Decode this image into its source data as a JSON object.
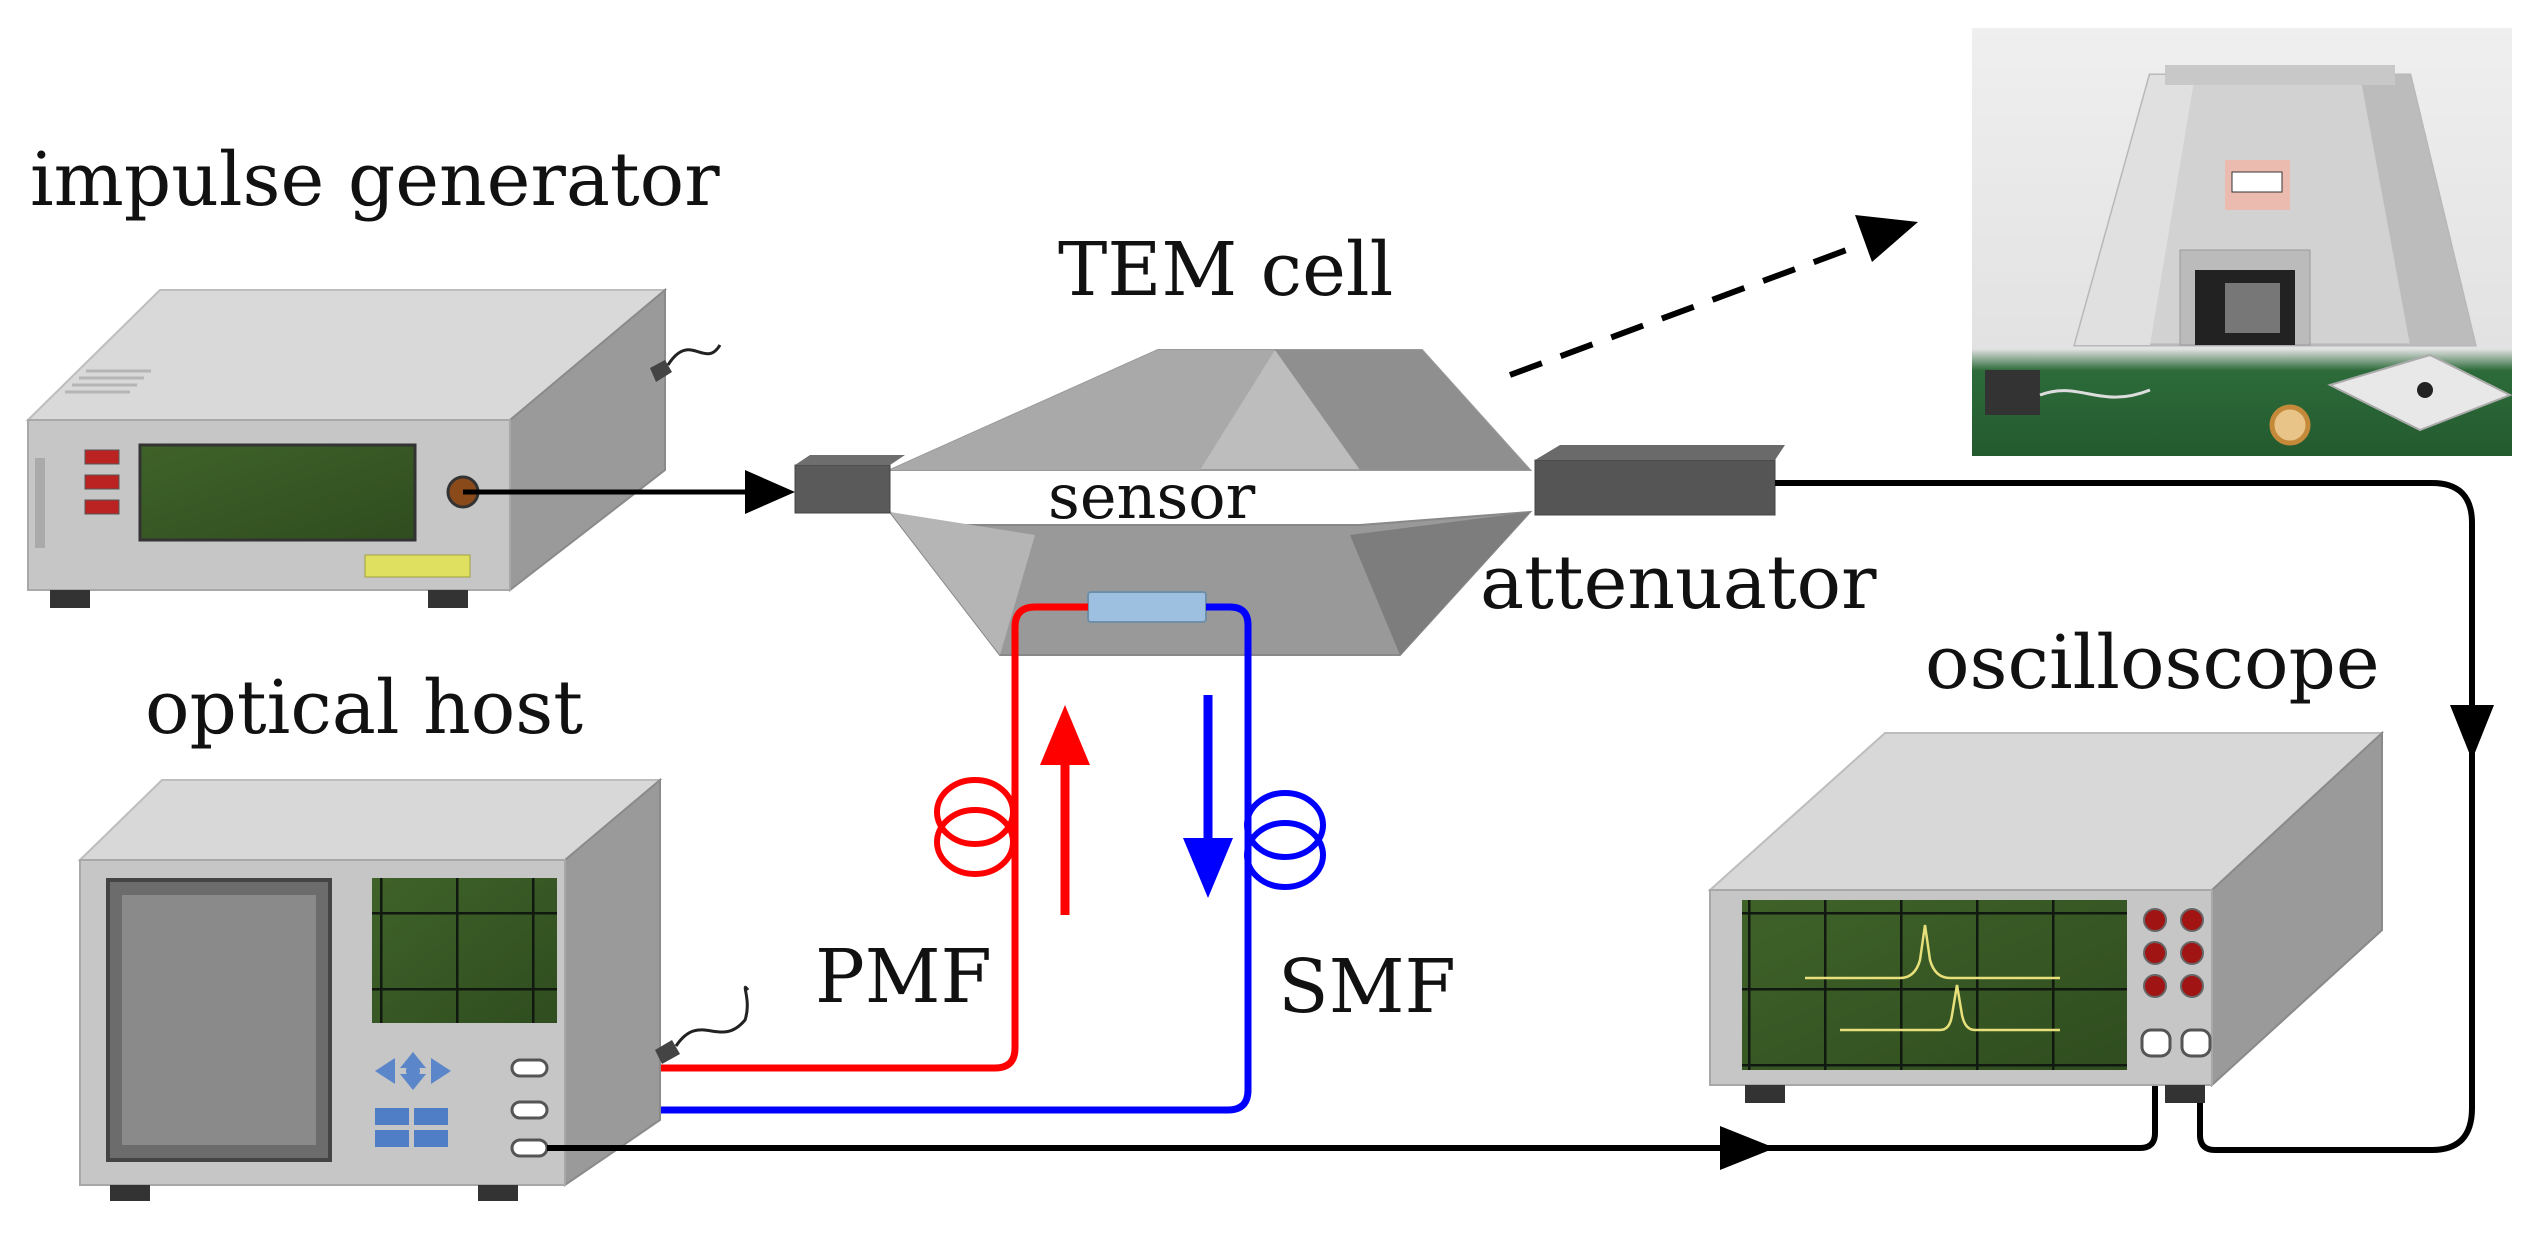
{
  "labels": {
    "impulse_generator": "impulse generator",
    "tem_cell": "TEM cell",
    "sensor": "sensor",
    "attenuator": "attenuator",
    "optical_host": "optical host",
    "oscilloscope": "oscilloscope",
    "pmf": "PMF",
    "smf": "SMF"
  },
  "colors": {
    "pmf_fiber": "#ff0000",
    "smf_fiber": "#0000ff",
    "cable": "#000000",
    "screen": "#3a5a25",
    "device_body": "#c4c4c4"
  },
  "photo": {
    "description_icon": "tem-cell-photo",
    "dashed_link": true
  }
}
